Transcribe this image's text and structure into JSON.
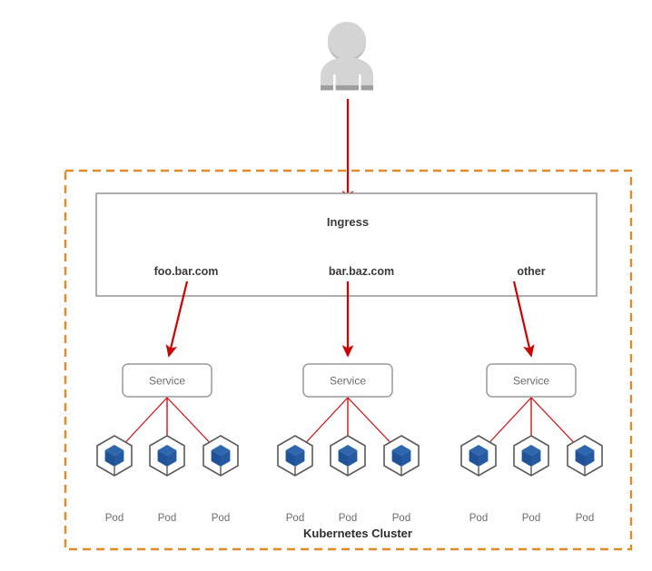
{
  "diagram": {
    "title_label": "Kubernetes Cluster",
    "colors": {
      "cluster_border": "#e08a28",
      "arrow": "#cc0000",
      "box_border": "#9a9a9a",
      "pod_outline": "#595959",
      "pod_cube_light": "#2e67ae",
      "pod_cube_dark": "#1f5296",
      "pod_cube_mid": "#2559a0",
      "user_icon": "#d0d0d0",
      "user_icon_shadow": "#b9b9b9",
      "text_dark": "#3a3a3a",
      "text_gray": "#6b6b6b"
    },
    "user": {
      "icon_name": "user-person-icon"
    },
    "ingress": {
      "label": "Ingress",
      "rules": [
        {
          "host": "foo.bar.com"
        },
        {
          "host": "bar.baz.com"
        },
        {
          "host": "other"
        }
      ]
    },
    "services": [
      {
        "label": "Service"
      },
      {
        "label": "Service"
      },
      {
        "label": "Service"
      }
    ],
    "pod_groups": [
      {
        "pods": [
          {
            "label": "Pod"
          },
          {
            "label": "Pod"
          },
          {
            "label": "Pod"
          }
        ]
      },
      {
        "pods": [
          {
            "label": "Pod"
          },
          {
            "label": "Pod"
          },
          {
            "label": "Pod"
          }
        ]
      },
      {
        "pods": [
          {
            "label": "Pod"
          },
          {
            "label": "Pod"
          },
          {
            "label": "Pod"
          }
        ]
      }
    ]
  }
}
